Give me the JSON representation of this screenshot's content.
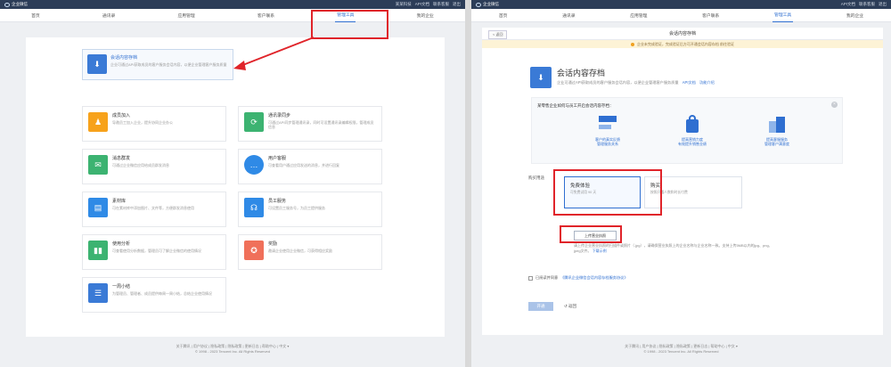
{
  "left": {
    "logo": "企业微信",
    "top_links": [
      "某某科技",
      "API文档",
      "联系客服",
      "退出"
    ],
    "nav": [
      "首页",
      "通讯录",
      "应用管理",
      "客户联系",
      "管理工具",
      "我的企业"
    ],
    "active_nav": 4,
    "top_feature": {
      "title": "会话内容存档",
      "desc": "企业可通过API获取成员的客户服务会话内容，以便企业管理客户服务质量",
      "color": "#3a7ad6",
      "icon": "download-icon"
    },
    "features": [
      {
        "title": "成员加入",
        "desc": "导邀员工加入企业，提升协同企业办公",
        "color": "#f7a21b",
        "icon": "people-icon"
      },
      {
        "title": "通讯录同步",
        "desc": "可通过API同步管理通讯录，同时可设置通讯录编辑权限，管理成员信息",
        "color": "#3cb371",
        "icon": "user-sync-icon"
      },
      {
        "title": "消息群发",
        "desc": "可通过企业微信应用给成员群发消息",
        "color": "#3cb371",
        "icon": "broadcast-icon"
      },
      {
        "title": "用户客服",
        "desc": "可查看用户通过应用发送的消息，并进行回复",
        "color": "#2f8ae6",
        "icon": "chat-icon"
      },
      {
        "title": "素材库",
        "desc": "可在素材库中添加图片、文件等，方便群发消息使用",
        "color": "#2f8ae6",
        "icon": "folder-icon"
      },
      {
        "title": "员工服务",
        "desc": "可设置员工服务号，为员工提供服务",
        "color": "#2f8ae6",
        "icon": "headset-icon"
      },
      {
        "title": "使用分析",
        "desc": "可查看使用分析数据，管理员可了解企业微信的使用情况",
        "color": "#3cb371",
        "icon": "bars-icon"
      },
      {
        "title": "奖励",
        "desc": "邀请企业使用企业微信，可获得相应奖励",
        "color": "#f0705a",
        "icon": "medal-icon"
      },
      {
        "title": "一周小结",
        "desc": "为管理员、管理者、成员提供每周一周小结，总结企业使用情况",
        "color": "#3a7ad6",
        "icon": "clipboard-icon"
      }
    ],
    "footer_links": [
      "关于腾讯",
      "用户协议",
      "隐私政策",
      "隐私政策",
      "更新日志",
      "帮助中心",
      "中文"
    ],
    "copyright": "© 1998 - 2023 Tencent Inc. All Rights Reserved"
  },
  "right": {
    "logo": "企业微信",
    "top_links": [
      "API文档",
      "联系客服",
      "退出"
    ],
    "nav": [
      "首页",
      "通讯录",
      "应用管理",
      "客户联系",
      "管理工具",
      "我的企业"
    ],
    "active_nav": 4,
    "back": "< 返回",
    "header_title": "会话内容存档",
    "notice": "企业未完成验证，完成验证后方可开通会话内容存档 前往验证",
    "hero_title": "会话内容存档",
    "hero_desc": "企业可通过API获取成员的客户服务会话内容，以便企业管理客户服务质量",
    "hero_links": [
      "API文档",
      "功能介绍"
    ],
    "scenarios_title": "某零售企业如何与员工开启会话内容存档：",
    "scenarios": [
      {
        "label1": "客户的真实反馈",
        "label2": "管理服务关系"
      },
      {
        "label1": "提高营销力度",
        "label2": "有效提升销售业绩"
      },
      {
        "label1": "提高客服服务",
        "label2": "管理客户满意度"
      }
    ],
    "purpose_label": "购买用途",
    "options": [
      {
        "title": "免费体验",
        "desc": "可免费试用 90 天"
      },
      {
        "title": "购买",
        "desc": "按照开通人数和时长付费"
      }
    ],
    "upload_label": "上传营业执照",
    "upload_desc": "请上传企业营业执照的扫描件或照片（.jpg），请确保营业执照上的企业名称与企业名称一致。支持上传5MB以内的jpg、png、jpeg文件。",
    "upload_link": "下载示例",
    "agree_text": "已阅读并同意",
    "agree_link": "《腾讯企业微信会话内容存档服务协议》",
    "enable_label": "开通",
    "cancel_label": "返回",
    "footer_links": [
      "关于腾讯",
      "用户协议",
      "隐私政策",
      "隐私政策",
      "更新日志",
      "帮助中心",
      "中文"
    ],
    "copyright": "© 1998 - 2023 Tencent Inc. All Rights Reserved"
  },
  "colors": {
    "accent": "#2f6fd1",
    "annotation": "#e0242a",
    "topbar": "#2c3d58"
  }
}
